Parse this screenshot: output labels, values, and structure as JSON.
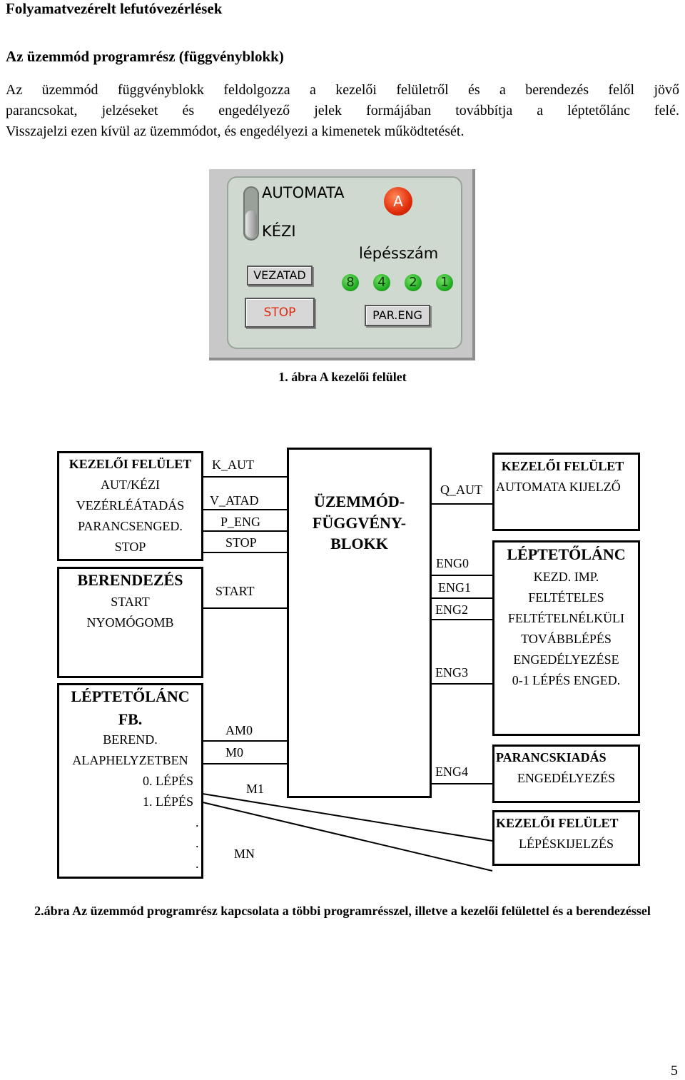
{
  "heading": "Folyamatvezérelt lefutóvezérlések",
  "subheading": "Az üzemmód programrész (függvényblokk)",
  "paragraph_lines": [
    "Az üzemmód függvényblokk feldolgozza a kezelői felületről és a berendezés felől jövő",
    "parancsokat, jelzéseket és engedélyező jelek formájában továbbítja a léptetőlánc felé.",
    "Visszajelzi ezen kívül az üzemmódot, és engedélyezi a kimenetek működtetését."
  ],
  "panel": {
    "automata_label": "AUTOMATA",
    "kezi_label": "KÉZI",
    "indicator_letter": "A",
    "indicator_color": "#e12d0a",
    "lepesszam_label": "lépésszám",
    "vezatad_button": "VEZATAD",
    "stop_button": "STOP",
    "pareng_button": "PAR.ENG",
    "step_digits": [
      "8",
      "4",
      "2",
      "1"
    ],
    "digit_color": "#22b024"
  },
  "caption1": "1. ábra A kezelői felület",
  "diagram": {
    "left_top": {
      "title": "KEZELŐI FELÜLET",
      "lines": [
        "AUT/KÉZI",
        "VEZÉRLÉÁTADÁS",
        "PARANCSENGED.",
        "STOP"
      ]
    },
    "left_mid": {
      "title": "BERENDEZÉS",
      "lines": [
        "START",
        "NYOMÓGOMB"
      ]
    },
    "left_bot": {
      "title1": "LÉPTETŐLÁNC",
      "title2": "FB.",
      "lines": [
        "BEREND.",
        "ALAPHELYZETBEN",
        "0. LÉPÉS",
        "1. LÉPÉS",
        ".",
        ".",
        "."
      ]
    },
    "inputs": {
      "k_aut": "K_AUT",
      "v_atad": "V_ATAD",
      "p_eng": "P_ENG",
      "stop": "STOP",
      "start": "START",
      "am0": "AM0",
      "m0": "M0",
      "m1": "M1",
      "mn": "MN"
    },
    "center": {
      "line1": "ÜZEMMÓD-",
      "line2": "FÜGGVÉNY-",
      "line3": "BLOKK"
    },
    "outputs": {
      "q_aut": "Q_AUT",
      "eng0": "ENG0",
      "eng1": "ENG1",
      "eng2": "ENG2",
      "eng3": "ENG3",
      "eng4": "ENG4"
    },
    "right_top": {
      "title": "KEZELŐI FELÜLET",
      "line": "AUTOMATA KIJELZŐ"
    },
    "right_mid": {
      "title": "LÉPTETŐLÁNC",
      "lines": [
        "KEZD. IMP.",
        "FELTÉTELES",
        "FELTÉTELNÉLKÜLI",
        "TOVÁBBLÉPÉS",
        "ENGEDÉLYEZÉSE",
        "0-1 LÉPÉS ENGED."
      ]
    },
    "right_bot1": {
      "title": "PARANCSKIADÁS",
      "line": "ENGEDÉLYEZÉS"
    },
    "right_bot2": {
      "title": "KEZELŐI FELÜLET",
      "line": "LÉPÉSKIJELZÉS"
    }
  },
  "caption2": "2.ábra Az üzemmód programrész kapcsolata a többi programrésszel, illetve a kezelői felülettel és a berendezéssel",
  "page_number": "5"
}
